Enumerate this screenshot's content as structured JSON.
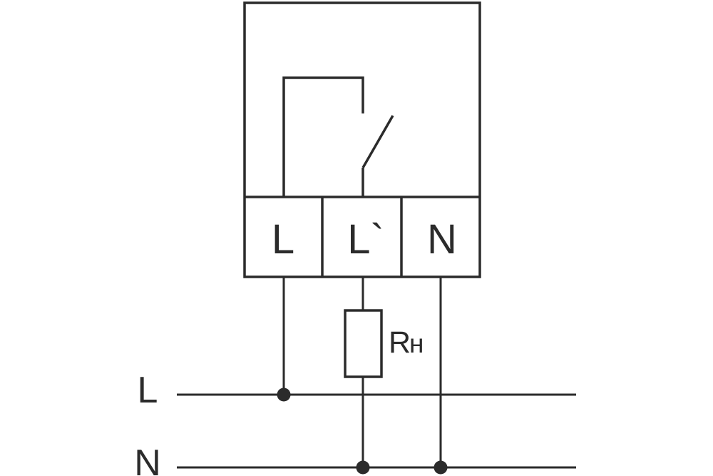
{
  "colors": {
    "line": "#2b2b2b",
    "background": "#ffffff"
  },
  "device": {
    "terminals": [
      {
        "label": "L"
      },
      {
        "label": "L`"
      },
      {
        "label": "N"
      }
    ]
  },
  "load": {
    "symbol_main": "R",
    "symbol_sub": "н"
  },
  "supply": {
    "lines": [
      {
        "label": "L"
      },
      {
        "label": "N"
      }
    ]
  }
}
